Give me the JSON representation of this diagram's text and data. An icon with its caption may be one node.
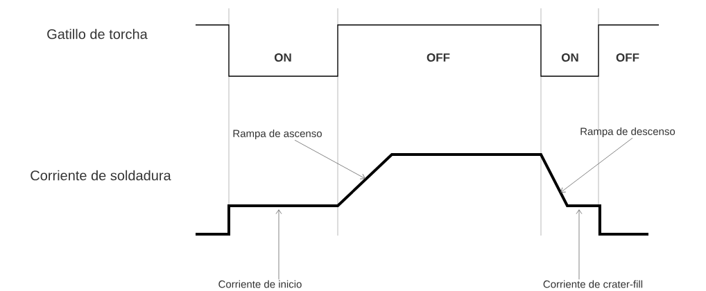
{
  "diagram": {
    "nodes": [
      {
        "text": [
          "Rampa de ascenso"
        ]
      },
      {
        "text": [
          "Rampa de descenso"
        ]
      },
      {
        "text": [
          "Corriente de inicio"
        ]
      },
      {
        "text": [
          "Corriente de crater-fill"
        ]
      }
    ],
    "edges": [
      {
        "from": 0,
        "to": null,
        "arrow": "to"
      },
      {
        "from": 1,
        "to": null,
        "arrow": "to"
      },
      {
        "from": 2,
        "to": null,
        "arrow": "to"
      },
      {
        "from": 3,
        "to": null,
        "arrow": "to"
      }
    ],
    "labels": [
      "Gatillo de torcha",
      "ON",
      "OFF",
      "ON",
      "OFF",
      "Corriente de soldadura"
    ]
  }
}
